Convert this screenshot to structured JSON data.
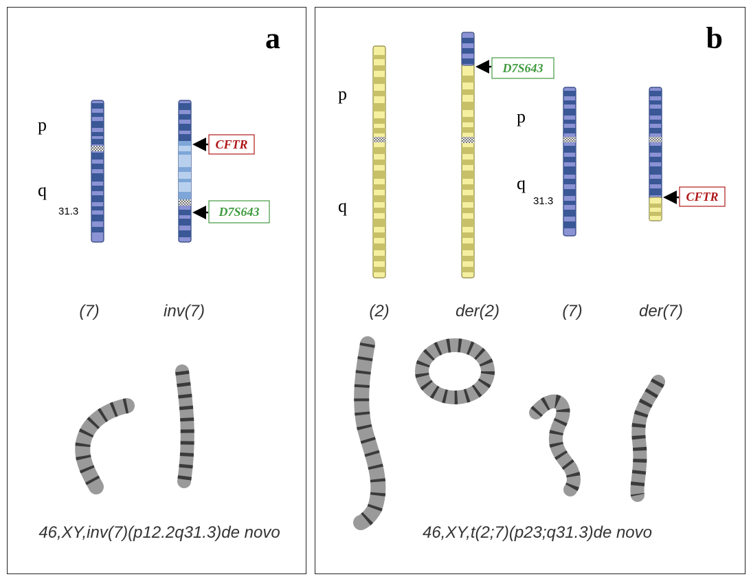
{
  "colors": {
    "blue_dark": "#3a5796",
    "blue_light": "#8b93d4",
    "inverted_light": "#b8d0ee",
    "inverted_mid": "#7ea6d8",
    "yellow_light": "#f5f0a0",
    "yellow_dark": "#c7c068",
    "cftr_red": "#b01818",
    "d7s643_green": "#3f9a3f"
  },
  "panel_a": {
    "letter": "a",
    "arm_p": "p",
    "arm_q": "q",
    "band": "31.3",
    "chromosomes": [
      "(7)",
      "inv(7)"
    ],
    "markers": {
      "cftr": "CFTR",
      "d7s643": "D7S643"
    },
    "karyotype": "46,XY,inv(7)(p12.2q31.3)de novo"
  },
  "panel_b": {
    "letter": "b",
    "arm_p_2": "p",
    "arm_q_2": "q",
    "arm_p_7": "p",
    "arm_q_7": "q",
    "band": "31.3",
    "chromosomes": [
      "(2)",
      "der(2)",
      "(7)",
      "der(7)"
    ],
    "markers": {
      "d7s643": "D7S643",
      "cftr": "CFTR"
    },
    "karyotype": "46,XY,t(2;7)(p23;q31.3)de novo"
  }
}
